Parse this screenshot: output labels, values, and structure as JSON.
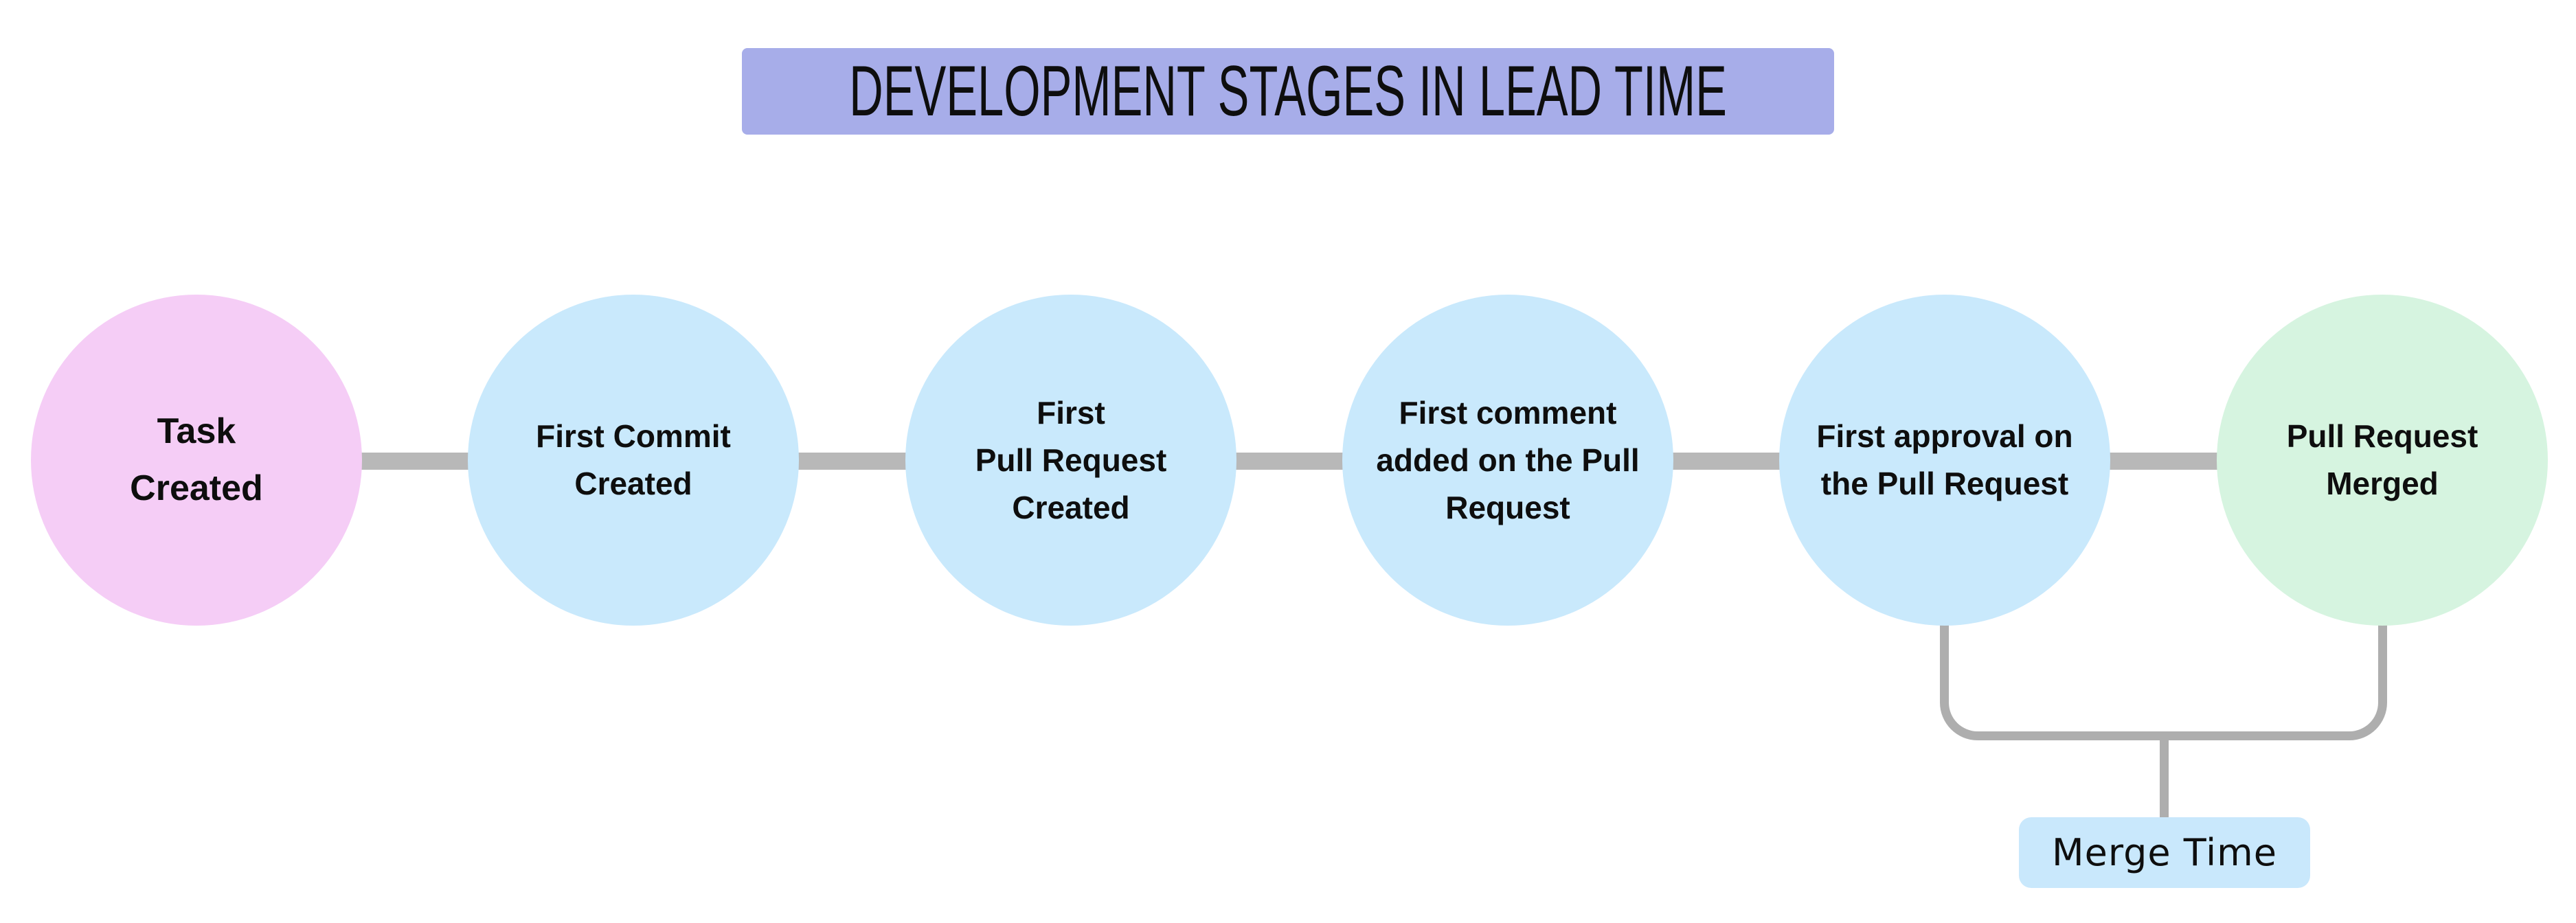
{
  "title": {
    "text": "DEVELOPMENT STAGES IN LEAD TIME",
    "bg": "#a7ade9"
  },
  "stages": [
    {
      "label": [
        "Task",
        "Created"
      ],
      "color": "#f5cdf6"
    },
    {
      "label": [
        "First Commit",
        "Created"
      ],
      "color": "#c9e9fc"
    },
    {
      "label": [
        "First",
        "Pull Request",
        "Created"
      ],
      "color": "#c9e9fc"
    },
    {
      "label": [
        "First comment",
        "added on the Pull",
        "Request"
      ],
      "color": "#c9e9fc"
    },
    {
      "label": [
        "First approval on",
        "the Pull Request"
      ],
      "color": "#c9e9fc"
    },
    {
      "label": [
        "Pull Request",
        "Merged"
      ],
      "color": "#d6f4e0"
    }
  ],
  "merge_time": {
    "label": "Merge Time",
    "bg": "#c9e8fc",
    "connects": [
      "First approval on the Pull Request",
      "Pull Request Merged"
    ]
  },
  "colors": {
    "connector": "#b8b8b8",
    "bracket": "#aeaeae",
    "text": "#0e0e0e",
    "background": "#ffffff"
  }
}
